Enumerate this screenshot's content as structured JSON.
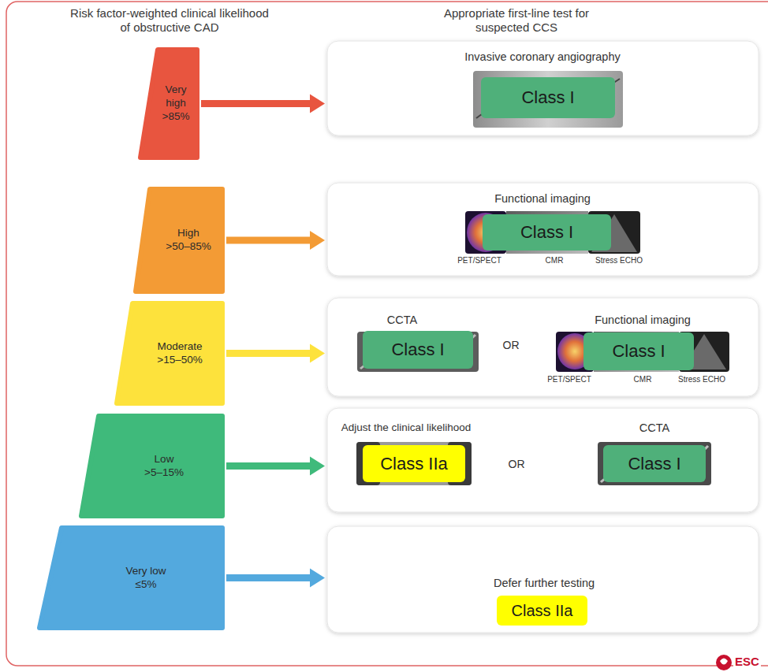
{
  "diagram": {
    "nodes": [
      {
        "text": [
          "Very high",
          ">85%"
        ]
      },
      {
        "text": [
          "Invasive coronary angiography"
        ]
      },
      {
        "text": [
          "Class I"
        ],
        "in": 1
      },
      {
        "text": [
          "High",
          ">50–85%"
        ]
      },
      {
        "text": [
          "Functional imaging"
        ]
      },
      {
        "text": [
          "Class I"
        ],
        "in": 4
      },
      {
        "text": [
          "Moderate",
          ">15–50%"
        ]
      },
      {
        "text": [
          "CCTA",
          "OR",
          "Functional imaging"
        ]
      },
      {
        "text": [
          "Class I"
        ],
        "in": 7
      },
      {
        "text": [
          "Class I"
        ],
        "in": 7
      },
      {
        "text": [
          "Low",
          ">5–15%"
        ]
      },
      {
        "text": [
          "Adjust the clinical likelihood",
          "OR",
          "CCTA"
        ]
      },
      {
        "text": [
          "Class IIa"
        ],
        "in": 11
      },
      {
        "text": [
          "Class I"
        ],
        "in": 11
      },
      {
        "text": [
          "Very low",
          "≤5%"
        ]
      },
      {
        "text": [
          "Defer further testing"
        ]
      },
      {
        "text": [
          "Class IIa"
        ],
        "in": 15
      }
    ],
    "edges": [
      {
        "from": 0,
        "to": 1,
        "arrow": "to"
      },
      {
        "from": 3,
        "to": 4,
        "arrow": "to"
      },
      {
        "from": 6,
        "to": 7,
        "arrow": "to"
      },
      {
        "from": 10,
        "to": 11,
        "arrow": "to"
      },
      {
        "from": 14,
        "to": 15,
        "arrow": "to"
      }
    ],
    "labels": [
      "Risk factor-weighted clinical likelihood of obstructive CAD",
      "Appropriate first-line test for suspected CCS",
      "PET/SPECT",
      "CMR",
      "Stress ECHO",
      "PET/SPECT",
      "CMR",
      "Stress ECHO",
      "ESC"
    ]
  }
}
